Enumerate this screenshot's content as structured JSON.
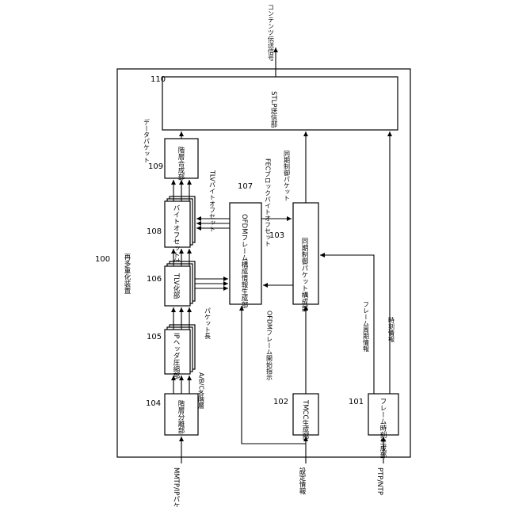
{
  "device": {
    "ref": "100",
    "title": "再多重化装置"
  },
  "blocks": {
    "b101": {
      "ref": "101",
      "label": "フレーム時刻生成部"
    },
    "b102": {
      "ref": "102",
      "label": "TMCC生成部"
    },
    "b103": {
      "ref": "103",
      "label": "同期制御パケット構成部"
    },
    "b104": {
      "ref": "104",
      "label": "階層分離部"
    },
    "b105": {
      "ref": "105",
      "label": "IPヘッダ圧縮部"
    },
    "b106": {
      "ref": "106",
      "label": "TLV化部"
    },
    "b107": {
      "ref": "107",
      "label": "OFDMフレーム構成情報生成部"
    },
    "b108": {
      "ref": "108",
      "label": "バイトオフセット付加部"
    },
    "b109": {
      "ref": "109",
      "label": "階層合成部"
    },
    "b110": {
      "ref": "110",
      "label": "STLP送信部"
    }
  },
  "signals": {
    "mmtp_ip": "MMTP/IPパケット",
    "settings": "設定情報",
    "ptp_ntp": "PTP/NTP",
    "abc": "A/B/C各階層",
    "packet_length": "パケット長",
    "ofdm_start": "OFDMフレーム開始指示",
    "frame_cycle": "フレーム周期情報",
    "time_info": "時刻情報",
    "tlv_byte_offset": "TLVバイトオフセット",
    "fec_offset": "FECブロックバイトオフセット",
    "sync_packet": "同期制御パケット",
    "data_packet": "データパケット",
    "content_signal": "コンテンツ伝送信号"
  }
}
